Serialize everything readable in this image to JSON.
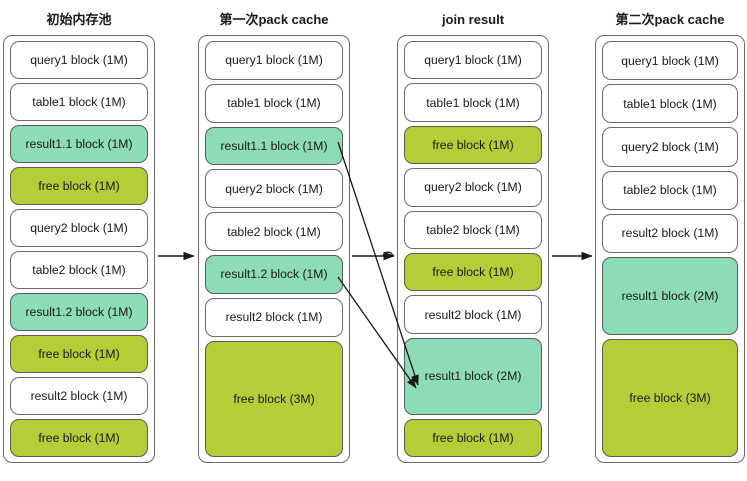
{
  "diagram": {
    "title_row": [
      "初始内存池",
      "第一次pack cache",
      "join result",
      "第二次pack cache"
    ],
    "colors": {
      "allocated_result": "#8edbb8",
      "free": "#b4ce37",
      "neutral": "#ffffff",
      "outline": "#6b6b6b",
      "arrow": "#1a1a1a"
    },
    "pool_total_mb": 10,
    "columns": [
      {
        "id": "initial-memory-pool",
        "title": "初始内存池",
        "blocks": [
          {
            "label": "query1 block (1M)",
            "size": 1,
            "kind": "neutral"
          },
          {
            "label": "table1 block (1M)",
            "size": 1,
            "kind": "neutral"
          },
          {
            "label": "result1.1 block (1M)",
            "size": 1,
            "kind": "mint"
          },
          {
            "label": "free block (1M)",
            "size": 1,
            "kind": "lime"
          },
          {
            "label": "query2 block (1M)",
            "size": 1,
            "kind": "neutral"
          },
          {
            "label": "table2 block (1M)",
            "size": 1,
            "kind": "neutral"
          },
          {
            "label": "result1.2 block (1M)",
            "size": 1,
            "kind": "mint"
          },
          {
            "label": "free block (1M)",
            "size": 1,
            "kind": "lime"
          },
          {
            "label": "result2 block (1M)",
            "size": 1,
            "kind": "neutral"
          },
          {
            "label": "free block (1M)",
            "size": 1,
            "kind": "lime"
          }
        ]
      },
      {
        "id": "first-pack-cache",
        "title": "第一次pack cache",
        "blocks": [
          {
            "label": "query1 block (1M)",
            "size": 1,
            "kind": "neutral"
          },
          {
            "label": "table1 block (1M)",
            "size": 1,
            "kind": "neutral"
          },
          {
            "label": "result1.1 block (1M)",
            "size": 1,
            "kind": "mint"
          },
          {
            "label": "query2 block (1M)",
            "size": 1,
            "kind": "neutral"
          },
          {
            "label": "table2 block (1M)",
            "size": 1,
            "kind": "neutral"
          },
          {
            "label": "result1.2 block (1M)",
            "size": 1,
            "kind": "mint"
          },
          {
            "label": "result2 block (1M)",
            "size": 1,
            "kind": "neutral"
          },
          {
            "label": "free block (3M)",
            "size": 3,
            "kind": "lime"
          }
        ]
      },
      {
        "id": "join-result",
        "title": "join result",
        "blocks": [
          {
            "label": "query1 block (1M)",
            "size": 1,
            "kind": "neutral"
          },
          {
            "label": "table1 block (1M)",
            "size": 1,
            "kind": "neutral"
          },
          {
            "label": "free block (1M)",
            "size": 1,
            "kind": "lime"
          },
          {
            "label": "query2 block (1M)",
            "size": 1,
            "kind": "neutral"
          },
          {
            "label": "table2 block (1M)",
            "size": 1,
            "kind": "neutral"
          },
          {
            "label": "free block (1M)",
            "size": 1,
            "kind": "lime"
          },
          {
            "label": "result2 block (1M)",
            "size": 1,
            "kind": "neutral"
          },
          {
            "label": "result1 block (2M)",
            "size": 2,
            "kind": "mint"
          },
          {
            "label": "free block (1M)",
            "size": 1,
            "kind": "lime"
          }
        ]
      },
      {
        "id": "second-pack-cache",
        "title": "第二次pack cache",
        "blocks": [
          {
            "label": "query1 block (1M)",
            "size": 1,
            "kind": "neutral"
          },
          {
            "label": "table1 block (1M)",
            "size": 1,
            "kind": "neutral"
          },
          {
            "label": "query2 block (1M)",
            "size": 1,
            "kind": "neutral"
          },
          {
            "label": "table2 block (1M)",
            "size": 1,
            "kind": "neutral"
          },
          {
            "label": "result2 block (1M)",
            "size": 1,
            "kind": "neutral"
          },
          {
            "label": "result1 block (2M)",
            "size": 2,
            "kind": "mint"
          },
          {
            "label": "free block (3M)",
            "size": 3,
            "kind": "lime"
          }
        ]
      }
    ],
    "flow_arrows": [
      {
        "from": "initial-memory-pool",
        "to": "first-pack-cache",
        "style": "straight"
      },
      {
        "from": "first-pack-cache",
        "to": "join-result",
        "style": "straight-with-hop"
      },
      {
        "from": "join-result",
        "to": "second-pack-cache",
        "style": "straight"
      }
    ],
    "merge_arrows": [
      {
        "from_block": "result1.1 block (1M)",
        "to_block": "result1 block (2M)"
      },
      {
        "from_block": "result1.2 block (1M)",
        "to_block": "result1 block (2M)"
      }
    ]
  }
}
